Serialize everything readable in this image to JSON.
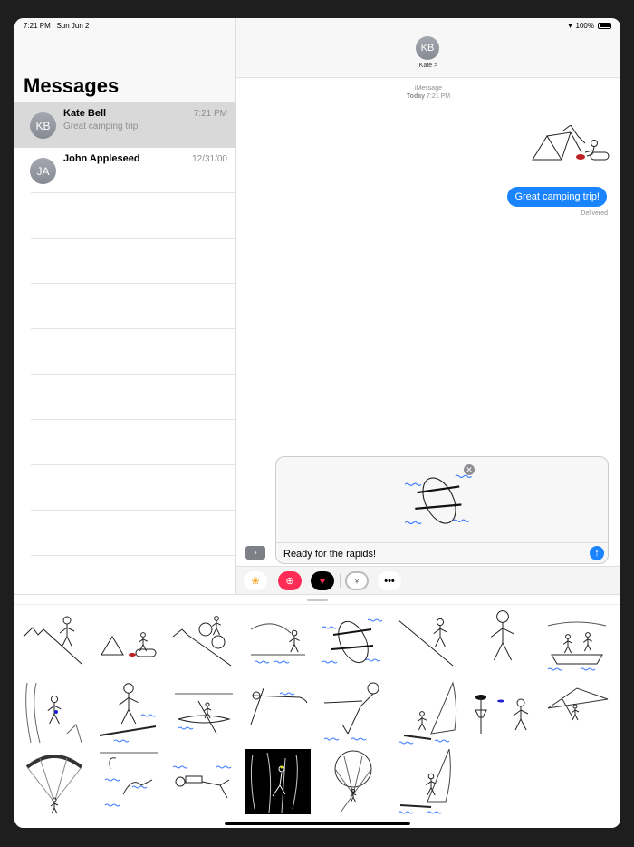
{
  "status": {
    "time": "7:21 PM",
    "date": "Sun Jun 2",
    "battery": "100%",
    "battery_level": 1.0
  },
  "sidebar": {
    "title": "Messages",
    "conversations": [
      {
        "initials": "KB",
        "name": "Kate Bell",
        "preview": "Great camping trip!",
        "date": "7:21 PM",
        "selected": true
      },
      {
        "initials": "JA",
        "name": "John Appleseed",
        "preview": "",
        "date": "12/31/00",
        "selected": false
      }
    ]
  },
  "chat": {
    "contact_initials": "KB",
    "contact_name": "Kate >",
    "service": "iMessage",
    "timestamp_day": "Today",
    "timestamp_time": "7:21 PM",
    "sent_sticker": "camping-sticker",
    "message": "Great camping trip!",
    "delivery_status": "Delivered"
  },
  "compose": {
    "attached_sticker": "rafting-sticker",
    "text": "Ready for the rapids!",
    "accent": "#1a84ff"
  },
  "app_strip": [
    "photos-app",
    "search-images-app",
    "digital-touch-app",
    "stickers-app",
    "more-apps"
  ],
  "stickers": [
    "hiking",
    "camping",
    "mountain-biking",
    "fishing",
    "rafting",
    "climbing-hill",
    "running",
    "canoeing",
    "rock-climbing",
    "paddleboarding",
    "kayaking",
    "rowing",
    "waterskiing",
    "windsurfing",
    "disc-golf",
    "hang-gliding",
    "paragliding",
    "swimming",
    "scuba-diving",
    "night-climbing",
    "parasailing",
    "windsurfing-2"
  ]
}
